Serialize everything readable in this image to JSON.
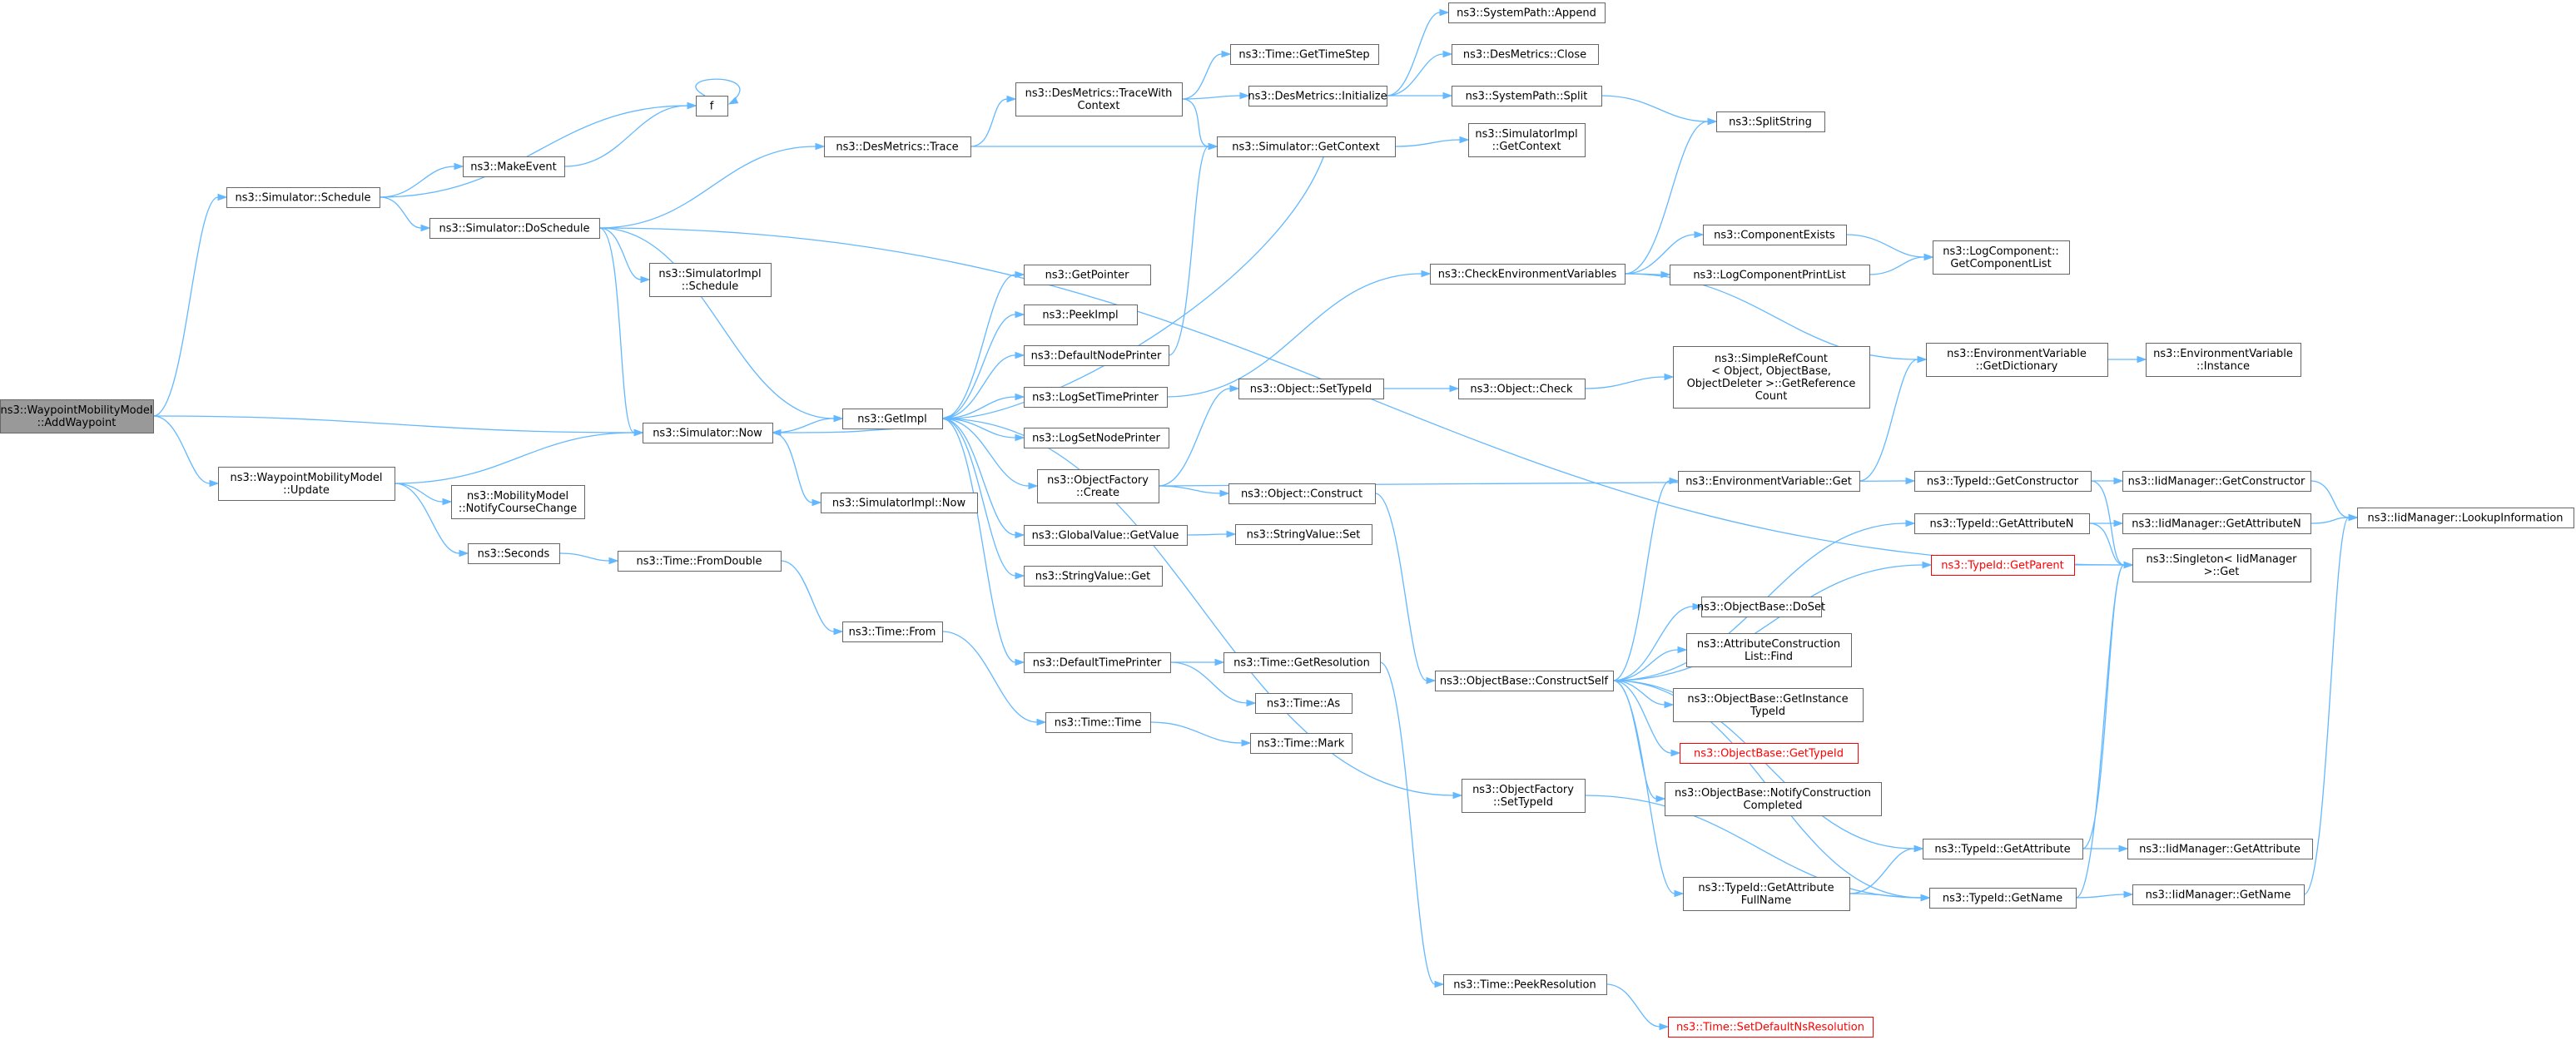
{
  "graph": {
    "root": "AddWaypoint",
    "colors": {
      "edge": "#63b8ff",
      "node_border": "#666666",
      "root_fill": "#999999",
      "error_border": "#ff0000",
      "error_text": "#ff0000"
    },
    "nodes": [
      {
        "id": "AddWaypoint",
        "label": [
          "ns3::WaypointMobilityModel",
          "::AddWaypoint"
        ],
        "style": "root"
      },
      {
        "id": "Schedule",
        "label": [
          "ns3::Simulator::Schedule"
        ]
      },
      {
        "id": "Update",
        "label": [
          "ns3::WaypointMobilityModel",
          "::Update"
        ]
      },
      {
        "id": "SimNow",
        "label": [
          "ns3::Simulator::Now"
        ]
      },
      {
        "id": "f",
        "label": [
          "f"
        ]
      },
      {
        "id": "MakeEvent",
        "label": [
          "ns3::MakeEvent"
        ]
      },
      {
        "id": "DoSchedule",
        "label": [
          "ns3::Simulator::DoSchedule"
        ]
      },
      {
        "id": "ImplSchedule",
        "label": [
          "ns3::SimulatorImpl",
          "::Schedule"
        ]
      },
      {
        "id": "NotifyCourseChange",
        "label": [
          "ns3::MobilityModel",
          "::NotifyCourseChange"
        ]
      },
      {
        "id": "Seconds",
        "label": [
          "ns3::Seconds"
        ]
      },
      {
        "id": "FromDouble",
        "label": [
          "ns3::Time::FromDouble"
        ]
      },
      {
        "id": "TimeFrom",
        "label": [
          "ns3::Time::From"
        ]
      },
      {
        "id": "TimeTime",
        "label": [
          "ns3::Time::Time"
        ]
      },
      {
        "id": "TimeMark",
        "label": [
          "ns3::Time::Mark"
        ]
      },
      {
        "id": "DesTrace",
        "label": [
          "ns3::DesMetrics::Trace"
        ]
      },
      {
        "id": "TraceWith",
        "label": [
          "ns3::DesMetrics::TraceWith",
          "Context"
        ]
      },
      {
        "id": "GetImpl",
        "label": [
          "ns3::GetImpl"
        ]
      },
      {
        "id": "ImplNow",
        "label": [
          "ns3::SimulatorImpl::Now"
        ]
      },
      {
        "id": "GetPointer",
        "label": [
          "ns3::GetPointer"
        ]
      },
      {
        "id": "PeekImpl",
        "label": [
          "ns3::PeekImpl"
        ]
      },
      {
        "id": "DefNodePrinter",
        "label": [
          "ns3::DefaultNodePrinter"
        ]
      },
      {
        "id": "LogSetTimePrinter",
        "label": [
          "ns3::LogSetTimePrinter"
        ]
      },
      {
        "id": "LogSetNodePrinter",
        "label": [
          "ns3::LogSetNodePrinter"
        ]
      },
      {
        "id": "OFCreate",
        "label": [
          "ns3::ObjectFactory",
          "::Create"
        ]
      },
      {
        "id": "GVGetValue",
        "label": [
          "ns3::GlobalValue::GetValue"
        ]
      },
      {
        "id": "SVGet",
        "label": [
          "ns3::StringValue::Get"
        ]
      },
      {
        "id": "DefTimePrinter",
        "label": [
          "ns3::DefaultTimePrinter"
        ]
      },
      {
        "id": "GetTimeStep",
        "label": [
          "ns3::Time::GetTimeStep"
        ]
      },
      {
        "id": "DesInit",
        "label": [
          "ns3::DesMetrics::Initialize"
        ]
      },
      {
        "id": "SimGetContext",
        "label": [
          "ns3::Simulator::GetContext"
        ]
      },
      {
        "id": "SPAppend",
        "label": [
          "ns3::SystemPath::Append"
        ]
      },
      {
        "id": "DesClose",
        "label": [
          "ns3::DesMetrics::Close"
        ]
      },
      {
        "id": "SPSplit",
        "label": [
          "ns3::SystemPath::Split"
        ]
      },
      {
        "id": "SplitString",
        "label": [
          "ns3::SplitString"
        ]
      },
      {
        "id": "ImplGetContext",
        "label": [
          "ns3::SimulatorImpl",
          "::GetContext"
        ]
      },
      {
        "id": "CheckEnv",
        "label": [
          "ns3::CheckEnvironmentVariables"
        ]
      },
      {
        "id": "CompExists",
        "label": [
          "ns3::ComponentExists"
        ]
      },
      {
        "id": "LogCompPrint",
        "label": [
          "ns3::LogComponentPrintList"
        ]
      },
      {
        "id": "GetCompList",
        "label": [
          "ns3::LogComponent::",
          "GetComponentList"
        ]
      },
      {
        "id": "EnvGetDict",
        "label": [
          "ns3::EnvironmentVariable",
          "::GetDictionary"
        ]
      },
      {
        "id": "EnvInstance",
        "label": [
          "ns3::EnvironmentVariable",
          "::Instance"
        ]
      },
      {
        "id": "ObjSetTypeId",
        "label": [
          "ns3::Object::SetTypeId"
        ]
      },
      {
        "id": "ObjCheck",
        "label": [
          "ns3::Object::Check"
        ]
      },
      {
        "id": "SRCGetRef",
        "label": [
          "ns3::SimpleRefCount",
          "< Object, ObjectBase,",
          "ObjectDeleter >::GetReference",
          "Count"
        ]
      },
      {
        "id": "ObjConstruct",
        "label": [
          "ns3::Object::Construct"
        ]
      },
      {
        "id": "SVSet",
        "label": [
          "ns3::StringValue::Set"
        ]
      },
      {
        "id": "GetResolution",
        "label": [
          "ns3::Time::GetResolution"
        ]
      },
      {
        "id": "TimeAs",
        "label": [
          "ns3::Time::As"
        ]
      },
      {
        "id": "EnvGet",
        "label": [
          "ns3::EnvironmentVariable::Get"
        ]
      },
      {
        "id": "TIGetConstructor",
        "label": [
          "ns3::TypeId::GetConstructor"
        ]
      },
      {
        "id": "TIGetAttributeN",
        "label": [
          "ns3::TypeId::GetAttributeN"
        ]
      },
      {
        "id": "TIGetParent",
        "label": [
          "ns3::TypeId::GetParent"
        ],
        "style": "red"
      },
      {
        "id": "IidGetConstructor",
        "label": [
          "ns3::IidManager::GetConstructor"
        ]
      },
      {
        "id": "IidGetAttributeN",
        "label": [
          "ns3::IidManager::GetAttributeN"
        ]
      },
      {
        "id": "IidLookup",
        "label": [
          "ns3::IidManager::LookupInformation"
        ]
      },
      {
        "id": "SingletonGet",
        "label": [
          "ns3::Singleton< IidManager",
          ">::Get"
        ]
      },
      {
        "id": "OBConstructSelf",
        "label": [
          "ns3::ObjectBase::ConstructSelf"
        ]
      },
      {
        "id": "OBDoSet",
        "label": [
          "ns3::ObjectBase::DoSet"
        ]
      },
      {
        "id": "ACLFind",
        "label": [
          "ns3::AttributeConstruction",
          "List::Find"
        ]
      },
      {
        "id": "OBGetInstTypeId",
        "label": [
          "ns3::ObjectBase::GetInstance",
          "TypeId"
        ]
      },
      {
        "id": "OBGetTypeId",
        "label": [
          "ns3::ObjectBase::GetTypeId"
        ],
        "style": "red"
      },
      {
        "id": "OBNotifyConstr",
        "label": [
          "ns3::ObjectBase::NotifyConstruction",
          "Completed"
        ]
      },
      {
        "id": "OFSetTypeId",
        "label": [
          "ns3::ObjectFactory",
          "::SetTypeId"
        ]
      },
      {
        "id": "TIGetAttribute",
        "label": [
          "ns3::TypeId::GetAttribute"
        ]
      },
      {
        "id": "IidGetAttribute",
        "label": [
          "ns3::IidManager::GetAttribute"
        ]
      },
      {
        "id": "TIGetAttrFullName",
        "label": [
          "ns3::TypeId::GetAttribute",
          "FullName"
        ]
      },
      {
        "id": "TIGetName",
        "label": [
          "ns3::TypeId::GetName"
        ]
      },
      {
        "id": "IidGetName",
        "label": [
          "ns3::IidManager::GetName"
        ]
      },
      {
        "id": "PeekResolution",
        "label": [
          "ns3::Time::PeekResolution"
        ]
      },
      {
        "id": "SetDefNsRes",
        "label": [
          "ns3::Time::SetDefaultNsResolution"
        ],
        "style": "red"
      }
    ],
    "edges": [
      [
        "AddWaypoint",
        "Schedule"
      ],
      [
        "AddWaypoint",
        "SimNow"
      ],
      [
        "AddWaypoint",
        "Update"
      ],
      [
        "Schedule",
        "f"
      ],
      [
        "Schedule",
        "MakeEvent"
      ],
      [
        "Schedule",
        "DoSchedule"
      ],
      [
        "MakeEvent",
        "f"
      ],
      [
        "f",
        "f"
      ],
      [
        "DoSchedule",
        "DesTrace"
      ],
      [
        "DoSchedule",
        "GetImpl"
      ],
      [
        "DoSchedule",
        "ImplSchedule"
      ],
      [
        "DoSchedule",
        "SimNow"
      ],
      [
        "DoSchedule",
        "SingletonGet"
      ],
      [
        "Update",
        "SimNow"
      ],
      [
        "Update",
        "NotifyCourseChange"
      ],
      [
        "Update",
        "Seconds"
      ],
      [
        "Seconds",
        "FromDouble"
      ],
      [
        "FromDouble",
        "TimeFrom"
      ],
      [
        "TimeFrom",
        "TimeTime"
      ],
      [
        "TimeTime",
        "TimeMark"
      ],
      [
        "SimNow",
        "GetImpl"
      ],
      [
        "SimNow",
        "ImplNow"
      ],
      [
        "DesTrace",
        "TraceWith"
      ],
      [
        "DesTrace",
        "SimGetContext"
      ],
      [
        "TraceWith",
        "GetTimeStep"
      ],
      [
        "TraceWith",
        "DesInit"
      ],
      [
        "TraceWith",
        "SimGetContext"
      ],
      [
        "DesInit",
        "SPAppend"
      ],
      [
        "DesInit",
        "DesClose"
      ],
      [
        "DesInit",
        "SPSplit"
      ],
      [
        "SPSplit",
        "SplitString"
      ],
      [
        "SimGetContext",
        "ImplGetContext"
      ],
      [
        "SimGetContext",
        "GetImpl"
      ],
      [
        "GetImpl",
        "GetPointer"
      ],
      [
        "GetImpl",
        "PeekImpl"
      ],
      [
        "GetImpl",
        "DefNodePrinter"
      ],
      [
        "GetImpl",
        "LogSetTimePrinter"
      ],
      [
        "GetImpl",
        "LogSetNodePrinter"
      ],
      [
        "GetImpl",
        "OFCreate"
      ],
      [
        "GetImpl",
        "GVGetValue"
      ],
      [
        "GetImpl",
        "SVGet"
      ],
      [
        "GetImpl",
        "DefTimePrinter"
      ],
      [
        "GetImpl",
        "OFSetTypeId"
      ],
      [
        "GetImpl",
        "SimNow"
      ],
      [
        "DefNodePrinter",
        "SimGetContext"
      ],
      [
        "LogSetTimePrinter",
        "CheckEnv"
      ],
      [
        "CheckEnv",
        "SplitString"
      ],
      [
        "CheckEnv",
        "CompExists"
      ],
      [
        "CheckEnv",
        "LogCompPrint"
      ],
      [
        "CheckEnv",
        "EnvGetDict"
      ],
      [
        "CompExists",
        "GetCompList"
      ],
      [
        "LogCompPrint",
        "GetCompList"
      ],
      [
        "EnvGetDict",
        "EnvInstance"
      ],
      [
        "OFCreate",
        "ObjSetTypeId"
      ],
      [
        "OFCreate",
        "ObjConstruct"
      ],
      [
        "OFCreate",
        "TIGetConstructor"
      ],
      [
        "ObjSetTypeId",
        "ObjCheck"
      ],
      [
        "ObjCheck",
        "SRCGetRef"
      ],
      [
        "ObjConstruct",
        "OBConstructSelf"
      ],
      [
        "GVGetValue",
        "SVSet"
      ],
      [
        "DefTimePrinter",
        "GetResolution"
      ],
      [
        "DefTimePrinter",
        "TimeAs"
      ],
      [
        "GetResolution",
        "PeekResolution"
      ],
      [
        "PeekResolution",
        "SetDefNsRes"
      ],
      [
        "EnvGet",
        "EnvGetDict"
      ],
      [
        "TIGetConstructor",
        "IidGetConstructor"
      ],
      [
        "TIGetConstructor",
        "SingletonGet"
      ],
      [
        "TIGetAttributeN",
        "IidGetAttributeN"
      ],
      [
        "TIGetAttributeN",
        "SingletonGet"
      ],
      [
        "TIGetParent",
        "SingletonGet"
      ],
      [
        "IidGetConstructor",
        "IidLookup"
      ],
      [
        "IidGetAttributeN",
        "IidLookup"
      ],
      [
        "OBConstructSelf",
        "EnvGet"
      ],
      [
        "OBConstructSelf",
        "TIGetAttributeN"
      ],
      [
        "OBConstructSelf",
        "TIGetParent"
      ],
      [
        "OBConstructSelf",
        "OBDoSet"
      ],
      [
        "OBConstructSelf",
        "ACLFind"
      ],
      [
        "OBConstructSelf",
        "OBGetInstTypeId"
      ],
      [
        "OBConstructSelf",
        "OBGetTypeId"
      ],
      [
        "OBConstructSelf",
        "OBNotifyConstr"
      ],
      [
        "OBConstructSelf",
        "TIGetAttribute"
      ],
      [
        "OBConstructSelf",
        "TIGetAttrFullName"
      ],
      [
        "OBConstructSelf",
        "TIGetName"
      ],
      [
        "OFSetTypeId",
        "TIGetName"
      ],
      [
        "TIGetAttribute",
        "IidGetAttribute"
      ],
      [
        "TIGetAttribute",
        "SingletonGet"
      ],
      [
        "TIGetAttrFullName",
        "TIGetName"
      ],
      [
        "TIGetAttrFullName",
        "TIGetAttribute"
      ],
      [
        "TIGetName",
        "IidGetName"
      ],
      [
        "TIGetName",
        "SingletonGet"
      ],
      [
        "IidGetName",
        "IidLookup"
      ]
    ]
  }
}
